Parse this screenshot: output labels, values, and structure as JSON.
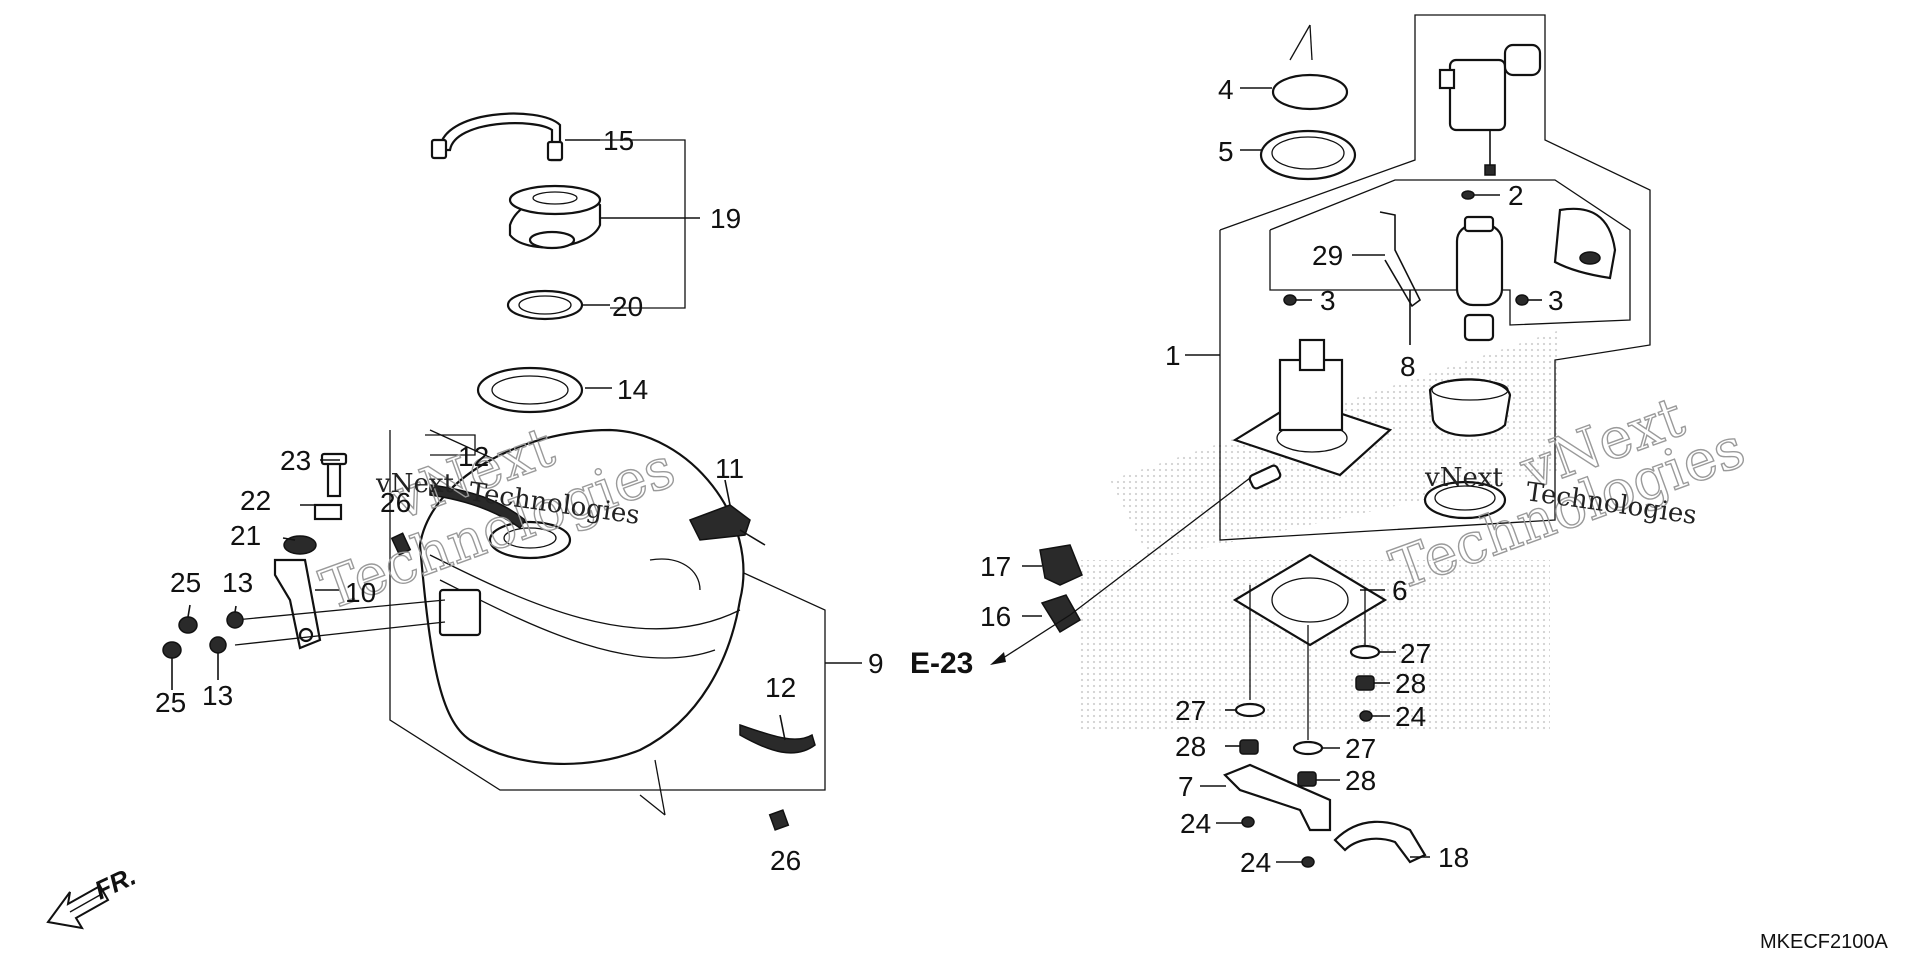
{
  "diagram": {
    "catalog_code": "MKECF2100A",
    "section_ref": "E-23",
    "direction_label": "FR.",
    "watermarks": [
      {
        "line1": "vNext",
        "line2": "Technologies"
      },
      {
        "line1": "vNext",
        "line2": "Technologies"
      }
    ],
    "callouts": {
      "c1": "1",
      "c2": "2",
      "c3a": "3",
      "c3b": "3",
      "c4": "4",
      "c5": "5",
      "c6": "6",
      "c7": "7",
      "c8": "8",
      "c9": "9",
      "c10": "10",
      "c11": "11",
      "c12a": "12",
      "c12b": "12",
      "c13a": "13",
      "c13b": "13",
      "c14": "14",
      "c15": "15",
      "c16": "16",
      "c17": "17",
      "c18": "18",
      "c19": "19",
      "c20": "20",
      "c21": "21",
      "c22": "22",
      "c23": "23",
      "c24a": "24",
      "c24b": "24",
      "c24c": "24",
      "c25a": "25",
      "c25b": "25",
      "c26a": "26",
      "c26b": "26",
      "c27a": "27",
      "c27b": "27",
      "c27c": "27",
      "c28a": "28",
      "c28b": "28",
      "c28c": "28",
      "c29": "29"
    }
  }
}
